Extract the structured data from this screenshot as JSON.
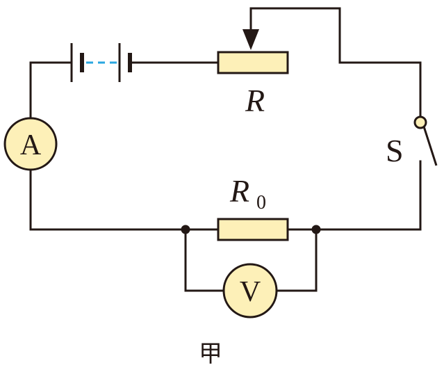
{
  "labels": {
    "rheostat": "R",
    "fixed_resistor_main": "R",
    "fixed_resistor_sub": "0",
    "switch": "S",
    "ammeter": "A",
    "voltmeter": "V",
    "caption": "甲"
  },
  "colors": {
    "wire": "#231815",
    "component_fill": "#fdf0b8",
    "battery_dash": "#2aa7e0"
  }
}
